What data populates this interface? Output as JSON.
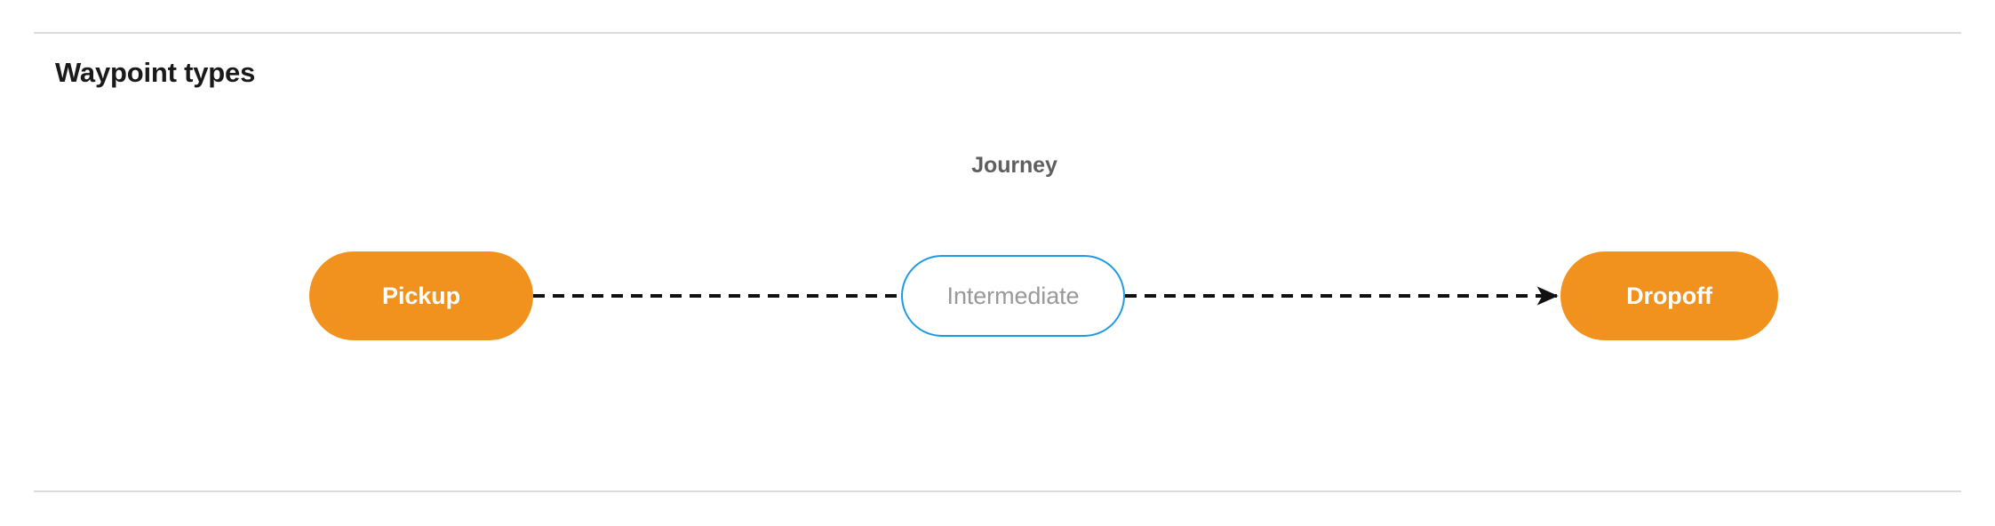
{
  "card": {
    "title": "Waypoint types"
  },
  "diagram": {
    "group_label": "Journey",
    "nodes": [
      {
        "id": "pickup",
        "label": "Pickup",
        "style": "filled",
        "fill": "#f2921e",
        "text_color": "#ffffff"
      },
      {
        "id": "intermediate",
        "label": "Intermediate",
        "style": "outline",
        "border": "#1e9be0",
        "fill": "#ffffff",
        "text_color": "#999999"
      },
      {
        "id": "dropoff",
        "label": "Dropoff",
        "style": "filled",
        "fill": "#f2921e",
        "text_color": "#ffffff"
      }
    ],
    "connectors": [
      {
        "from": "pickup",
        "to": "intermediate",
        "style": "dashed",
        "arrow": false,
        "color": "#111111"
      },
      {
        "from": "intermediate",
        "to": "dropoff",
        "style": "dashed",
        "arrow": true,
        "color": "#111111"
      }
    ]
  },
  "colors": {
    "accent_orange": "#f2921e",
    "accent_blue": "#1e9be0",
    "divider": "#dcdcdc",
    "muted_text": "#999999",
    "label_text": "#5f5f5f"
  }
}
